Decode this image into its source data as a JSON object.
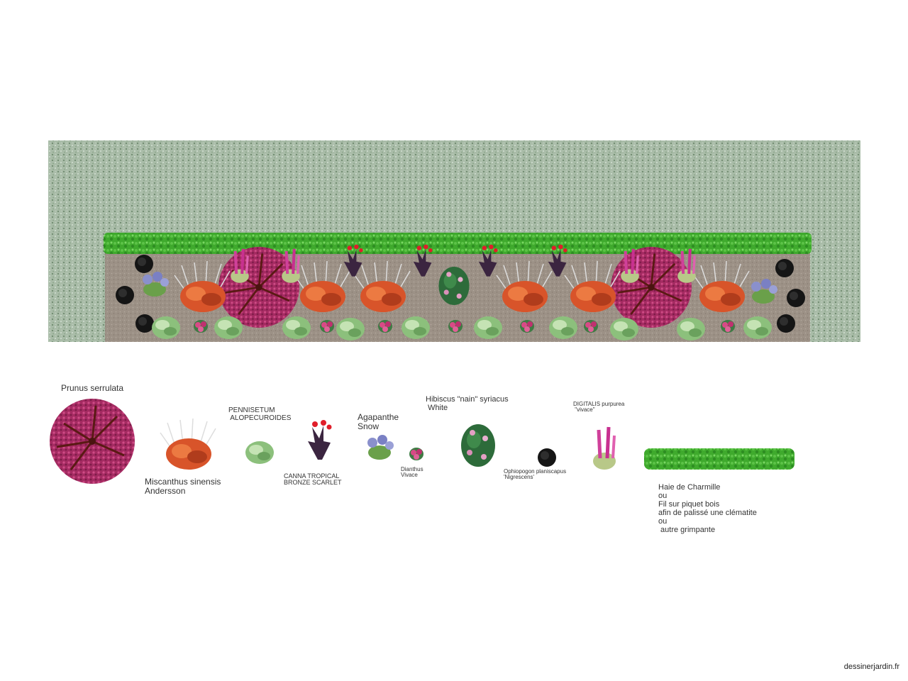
{
  "colors": {
    "lawn": "#9fb59f",
    "soil": "#9c9186",
    "hedge": "#3fae2f",
    "prunus": "#b0306a",
    "miscanthus": "#d8542a",
    "pennisetum": "#9ccb8c",
    "canna_leaf": "#3b2540",
    "canna_flower": "#e01e2a",
    "agapanthe": "#8088c8",
    "dianthus": "#c83a74",
    "hibiscus": "#2d6b3a",
    "ophiopogon": "#111111",
    "digitalis": "#d0409a"
  },
  "legend": {
    "prunus": "Prunus serrulata",
    "miscanthus": "Miscanthus sinensis\nAndersson",
    "pennisetum": "PENNISETUM\n ALOPECUROIDES",
    "canna": "CANNA TROPICAL\nBRONZE SCARLET",
    "agapanthe": "Agapanthe\nSnow",
    "dianthus": "Dianthus\nVivace",
    "hibiscus": "Hibiscus \"nain\" syriacus\n White",
    "ophiopogon": "Ophiopogon planiscapus\n'Nigrescens'",
    "digitalis": "DIGITALIS purpurea\n \"vivace\"",
    "haie": "Haie de Charmille\nou\nFil sur piquet bois\nafin de palissé une clématite\nou\n autre grimpante"
  },
  "credit": "dessinerjardin.fr"
}
